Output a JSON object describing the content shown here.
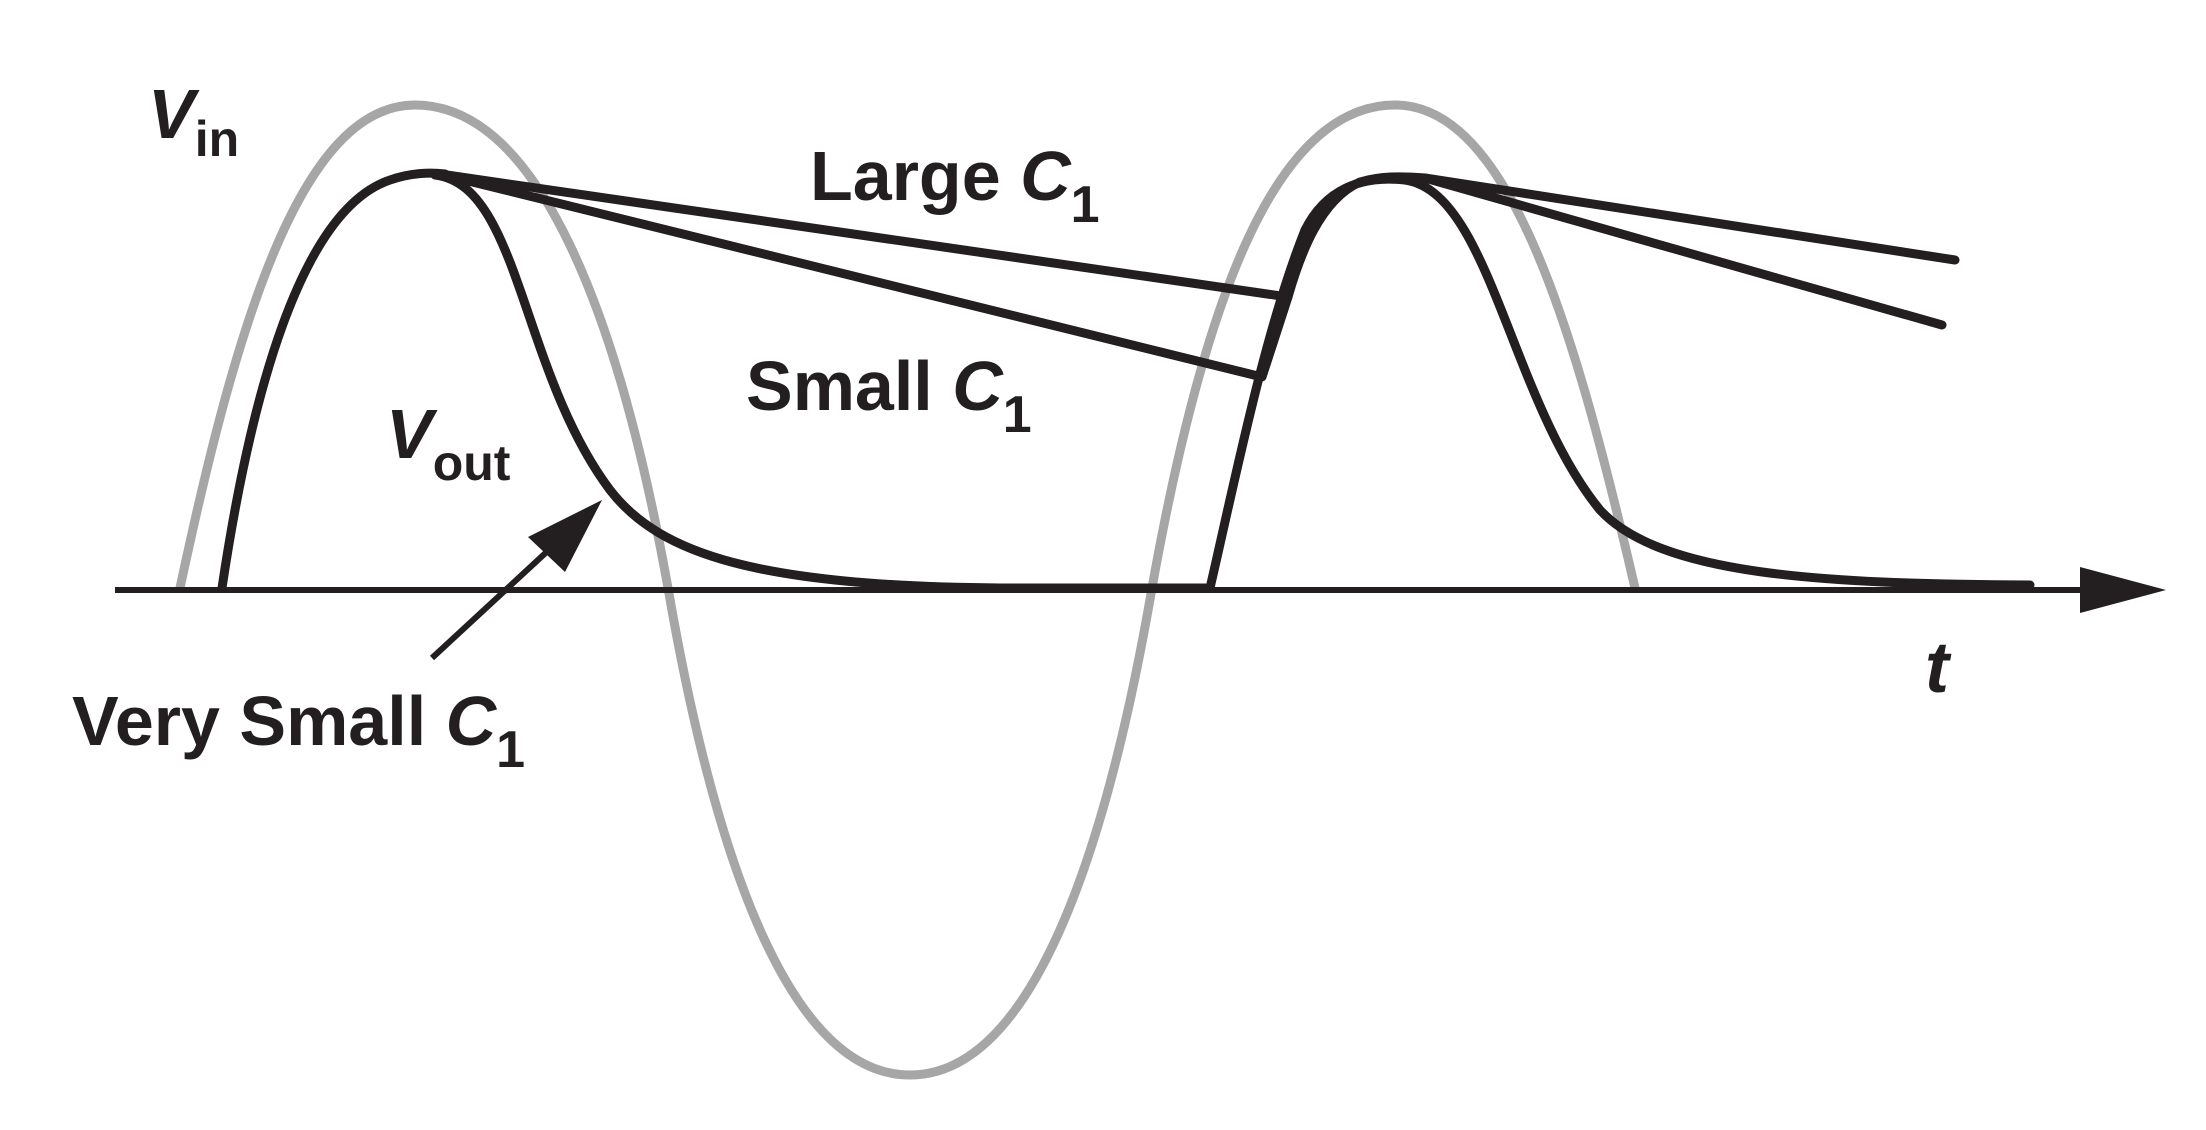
{
  "labels": {
    "vin": {
      "main": "V",
      "sub": "in"
    },
    "vout": {
      "main": "V",
      "sub": "out"
    },
    "large": {
      "text": "Large ",
      "c": "C",
      "sub": "1"
    },
    "small": {
      "text": "Small ",
      "c": "C",
      "sub": "1"
    },
    "very_small": {
      "text": "Very Small ",
      "c": "C",
      "sub": "1"
    },
    "time_axis": "t"
  },
  "colors": {
    "input_wave": "#a6a6a6",
    "output_wave": "#231f20",
    "axis": "#231f20"
  }
}
